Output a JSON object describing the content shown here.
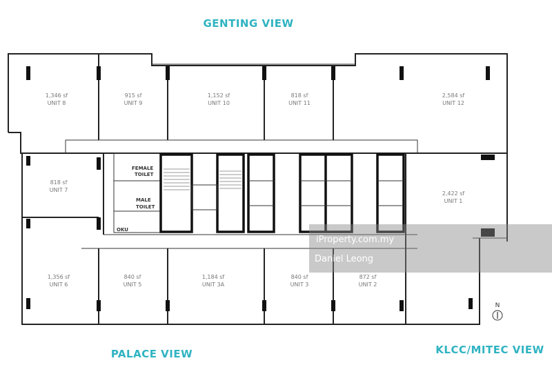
{
  "views": {
    "top": "GENTING VIEW",
    "bottom_left": "PALACE VIEW",
    "bottom_right": "KLCC/MITEC VIEW"
  },
  "units": [
    {
      "name": "UNIT 8",
      "area": "1,346 sf"
    },
    {
      "name": "UNIT 9",
      "area": "915 sf"
    },
    {
      "name": "UNIT 10",
      "area": "1,152 sf"
    },
    {
      "name": "UNIT 11",
      "area": "818 sf"
    },
    {
      "name": "UNIT 12",
      "area": "2,584 sf"
    },
    {
      "name": "UNIT 7",
      "area": "818 sf"
    },
    {
      "name": "UNIT 1",
      "area": "2,422 sf"
    },
    {
      "name": "UNIT 6",
      "area": "1,356 sf"
    },
    {
      "name": "UNIT 5",
      "area": "840 sf"
    },
    {
      "name": "UNIT 3A",
      "area": "1,184 sf"
    },
    {
      "name": "UNIT 3",
      "area": "840 sf"
    },
    {
      "name": "UNIT 2",
      "area": "872 sf"
    }
  ],
  "facilities": {
    "female_1": "FEMALE",
    "female_2": "TOILET",
    "male_1": "MALE",
    "male_2": "TOILET",
    "oku": "OKU"
  },
  "compass": "N",
  "watermark": {
    "site": "iProperty.com.my",
    "agent": "Daniel Leong"
  },
  "colors": {
    "view_label": "#2fb3c2"
  }
}
